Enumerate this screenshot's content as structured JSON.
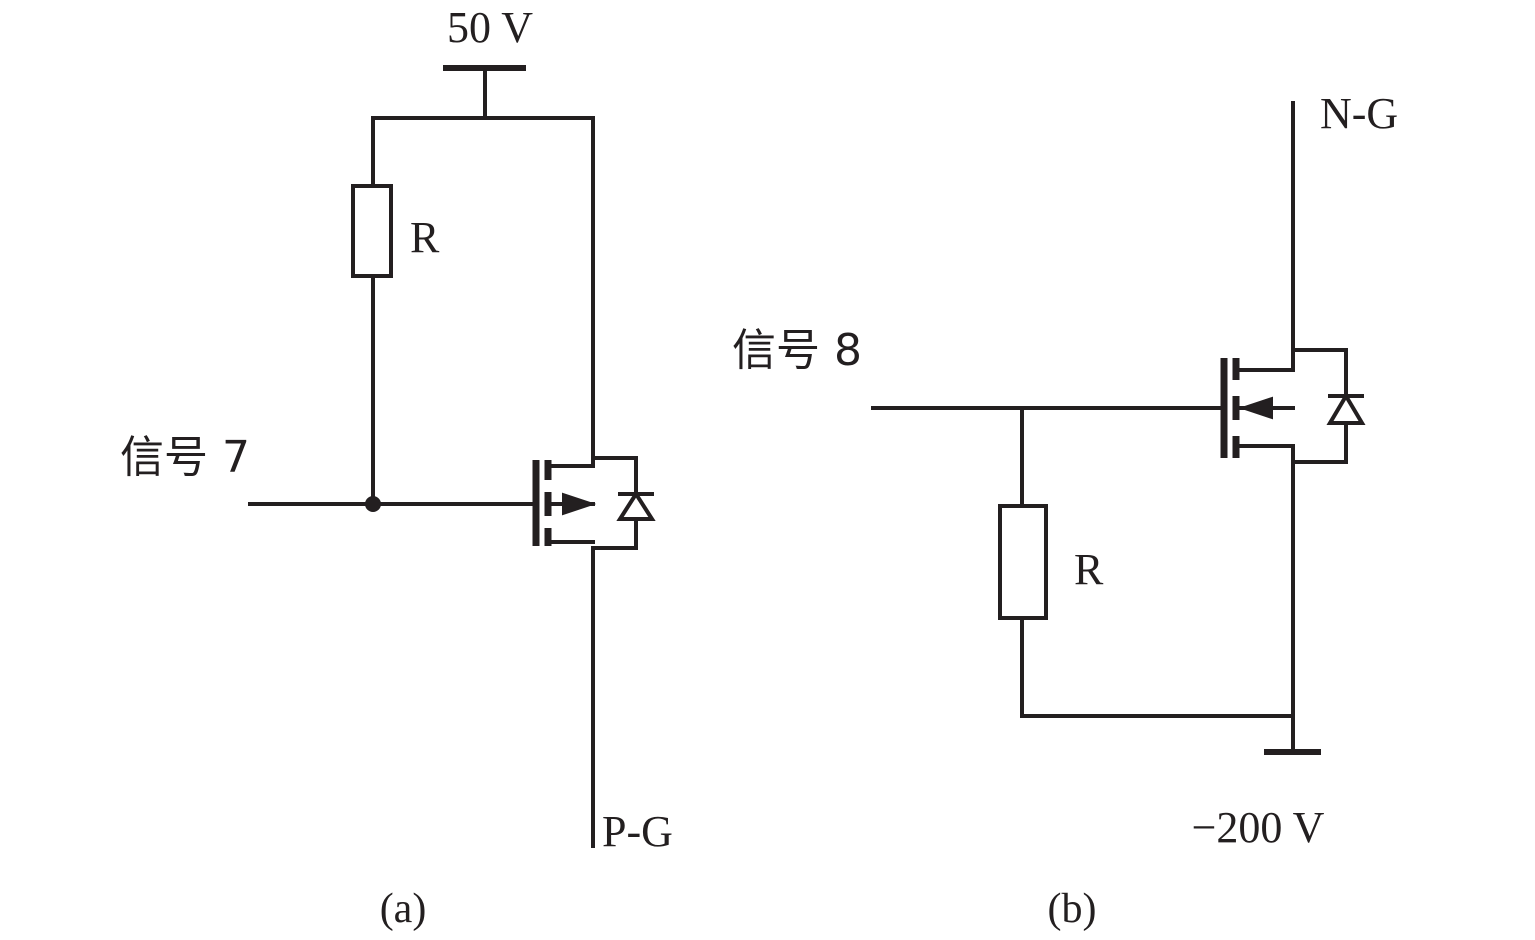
{
  "circuit_a": {
    "supply_label": "50 V",
    "resistor_label": "R",
    "signal_label": "信号 7",
    "output_label": "P-G",
    "caption": "(a)"
  },
  "circuit_b": {
    "supply_label": "−200 V",
    "resistor_label": "R",
    "signal_label": "信号 8",
    "output_label": "N-G",
    "caption": "(b)"
  }
}
